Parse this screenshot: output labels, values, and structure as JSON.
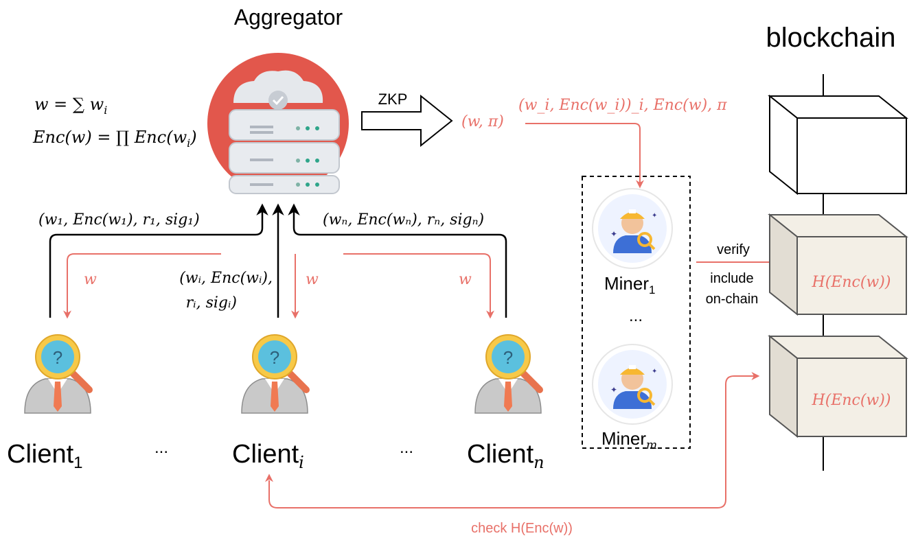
{
  "titles": {
    "aggregator": "Aggregator",
    "blockchain": "blockchain"
  },
  "formulas": {
    "sum": "w = ∑ w",
    "sum_sub": "i",
    "prod": "Enc(w) = ∏ Enc(w",
    "prod_sub": "i",
    "prod_end": ")"
  },
  "zkp_label": "ZKP",
  "aggregator_output": "(w, π)",
  "miner_input": "(w_i, Enc(w_i))_i, Enc(w), π",
  "client_messages": {
    "client1": "(w₁, Enc(w₁), r₁, sig₁)",
    "clientn": "(wₙ, Enc(wₙ), rₙ, sigₙ)",
    "clienti_line1": "(wᵢ, Enc(wᵢ),",
    "clienti_line2": "rᵢ, sigᵢ)"
  },
  "broadcast_label": "w",
  "miners": {
    "first": "Miner",
    "first_sub": "1",
    "last": "Miner",
    "last_sub": "m",
    "ellipsis": "..."
  },
  "verify_labels": [
    "verify",
    "include",
    "on-chain"
  ],
  "blocks": [
    {
      "label": ""
    },
    {
      "label": "H(Enc(w))"
    },
    {
      "label": "H(Enc(w))"
    }
  ],
  "clients": {
    "first": "Client",
    "first_sub": "1",
    "middle": "Client",
    "middle_sub": "i",
    "last": "Client",
    "last_sub": "n",
    "ellipsis": "..."
  },
  "check_label": "check H(Enc(w))",
  "colors": {
    "accent_red": "#e87068",
    "server_circle": "#e2574c",
    "block_fill": "#f3efe6",
    "block_side": "#e2ddd3",
    "black": "#000000"
  },
  "icons": [
    "server-icon",
    "client-icon",
    "miner-icon",
    "arrow-icon"
  ]
}
